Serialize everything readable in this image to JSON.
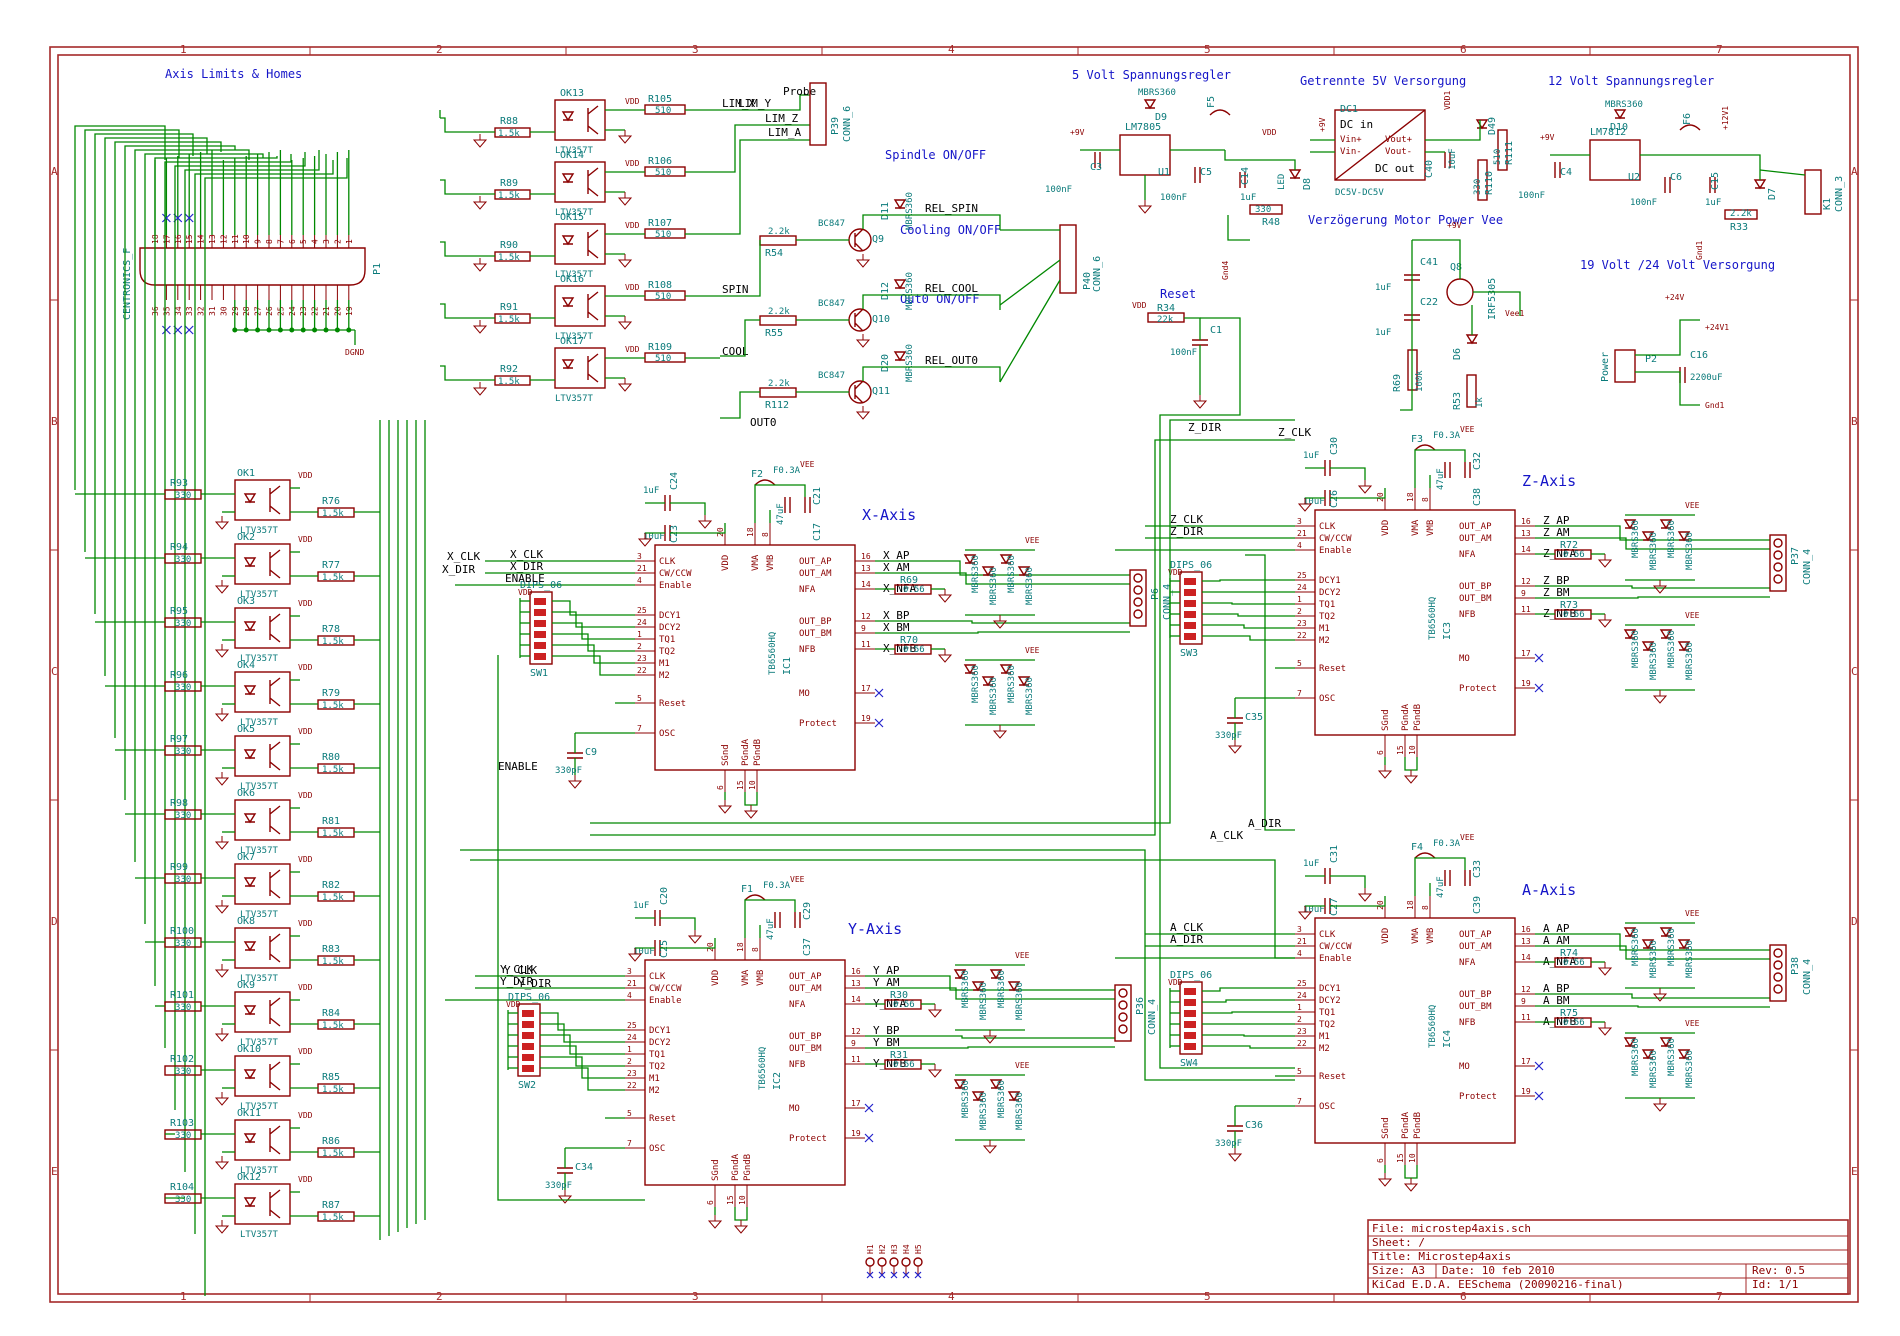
{
  "sheet": {
    "zone_columns": [
      "1",
      "2",
      "3",
      "4",
      "5",
      "6",
      "7"
    ],
    "zone_rows": [
      "A",
      "B",
      "C",
      "D",
      "E"
    ],
    "colors": {
      "frame": "#a52a2a",
      "wire": "#008800",
      "part": "#8b0000",
      "ref": "#0a7a7a",
      "title_text": "#1515c8"
    }
  },
  "titles": {
    "limits": "Axis Limits & Homes",
    "reg5": "5 Volt Spannungsregler",
    "sep5": "Getrennte 5V Versorgung",
    "reg12": "12 Volt Spannungsregler",
    "delay": "Verzögerung Motor Power Vee",
    "supply1924": "19 Volt /24 Volt Versorgung",
    "reset": "Reset",
    "spindle": "Spindle ON/OFF",
    "cooling": "Cooling ON/OFF",
    "out0": "Out0 ON/OFF"
  },
  "axes": {
    "x": "X-Axis",
    "y": "Y-Axis",
    "z": "Z-Axis",
    "a": "A-Axis"
  },
  "connector": {
    "ref": "P1",
    "name": "CENTRONICS_F",
    "top_pins": [
      "18",
      "17",
      "16",
      "15",
      "14",
      "13",
      "12",
      "11",
      "10",
      "9",
      "8",
      "7",
      "6",
      "5",
      "4",
      "3",
      "2",
      "1"
    ],
    "bottom_pins": [
      "36",
      "35",
      "34",
      "33",
      "32",
      "31",
      "30",
      "29",
      "28",
      "27",
      "26",
      "25",
      "24",
      "23",
      "22",
      "21",
      "20",
      "19"
    ],
    "gnd": "DGND"
  },
  "limit_optos": [
    {
      "ok": "OK13",
      "r_in": "R88",
      "r_in_val": "1.5k",
      "r_out": "R105",
      "r_out_val": "510",
      "part": "LTV357T",
      "net": "LIM_X"
    },
    {
      "ok": "OK14",
      "r_in": "R89",
      "r_in_val": "1.5k",
      "r_out": "R106",
      "r_out_val": "510",
      "part": "LTV357T",
      "net": ""
    },
    {
      "ok": "OK15",
      "r_in": "R90",
      "r_in_val": "1.5k",
      "r_out": "R107",
      "r_out_val": "510",
      "part": "LTV357T",
      "net": ""
    },
    {
      "ok": "OK16",
      "r_in": "R91",
      "r_in_val": "1.5k",
      "r_out": "R108",
      "r_out_val": "510",
      "part": "LTV357T",
      "net": "SPIN"
    },
    {
      "ok": "OK17",
      "r_in": "R92",
      "r_in_val": "1.5k",
      "r_out": "R109",
      "r_out_val": "510",
      "part": "LTV357T",
      "net": "COOL"
    }
  ],
  "limit_nets": [
    "LIM_Y",
    "LIM_Z",
    "LIM_A",
    "Probe"
  ],
  "p39": {
    "ref": "P39",
    "name": "CONN_6"
  },
  "p40": {
    "ref": "P40",
    "name": "CONN_6"
  },
  "out0_net": "OUT0",
  "transistors": [
    {
      "ref": "Q9",
      "type": "BC847",
      "r": "R54",
      "rval": "2.2k",
      "relay_net": "REL_SPIN",
      "diode": "D11",
      "dval": "MBRS360"
    },
    {
      "ref": "Q10",
      "type": "BC847",
      "r": "R55",
      "rval": "2.2k",
      "relay_net": "REL_COOL",
      "diode": "D12",
      "dval": "MBRS360"
    },
    {
      "ref": "Q11",
      "type": "BC847",
      "r": "R112",
      "rval": "2.2k",
      "relay_net": "REL_OUT0",
      "diode": "D20",
      "dval": "MBRS360"
    }
  ],
  "optos": [
    {
      "ok": "OK1",
      "r": "R93",
      "rv": "330",
      "ro": "R76",
      "rov": "1.5k",
      "part": "LTV357T"
    },
    {
      "ok": "OK2",
      "r": "R94",
      "rv": "330",
      "ro": "R77",
      "rov": "1.5k",
      "part": "LTV357T"
    },
    {
      "ok": "OK3",
      "r": "R95",
      "rv": "330",
      "ro": "R78",
      "rov": "1.5k",
      "part": "LTV357T"
    },
    {
      "ok": "OK4",
      "r": "R96",
      "rv": "330",
      "ro": "R79",
      "rov": "1.5k",
      "part": "LTV357T"
    },
    {
      "ok": "OK5",
      "r": "R97",
      "rv": "330",
      "ro": "R80",
      "rov": "1.5k",
      "part": "LTV357T"
    },
    {
      "ok": "OK6",
      "r": "R98",
      "rv": "330",
      "ro": "R81",
      "rov": "1.5k",
      "part": "LTV357T"
    },
    {
      "ok": "OK7",
      "r": "R99",
      "rv": "330",
      "ro": "R82",
      "rov": "1.5k",
      "part": "LTV357T"
    },
    {
      "ok": "OK8",
      "r": "R100",
      "rv": "330",
      "ro": "R83",
      "rov": "1.5k",
      "part": "LTV357T"
    },
    {
      "ok": "OK9",
      "r": "R101",
      "rv": "330",
      "ro": "R84",
      "rov": "1.5k",
      "part": "LTV357T"
    },
    {
      "ok": "OK10",
      "r": "R102",
      "rv": "330",
      "ro": "R85",
      "rov": "1.5k",
      "part": "LTV357T"
    },
    {
      "ok": "OK11",
      "r": "R103",
      "rv": "330",
      "ro": "R86",
      "rov": "1.5k",
      "part": "LTV357T"
    },
    {
      "ok": "OK12",
      "r": "R104",
      "rv": "330",
      "ro": "R87",
      "rov": "1.5k",
      "part": "LTV357T"
    }
  ],
  "ic_pins_left": [
    {
      "n": "3",
      "name": "CLK"
    },
    {
      "n": "21",
      "name": "CW/CCW"
    },
    {
      "n": "4",
      "name": "Enable"
    },
    {
      "n": "25",
      "name": "DCY1"
    },
    {
      "n": "24",
      "name": "DCY2"
    },
    {
      "n": "1",
      "name": "TQ1"
    },
    {
      "n": "2",
      "name": "TQ2"
    },
    {
      "n": "23",
      "name": "M1"
    },
    {
      "n": "22",
      "name": "M2"
    },
    {
      "n": "5",
      "name": "Reset"
    },
    {
      "n": "7",
      "name": "OSC"
    }
  ],
  "ic_pins_right": [
    {
      "n": "16",
      "name": "OUT_AP"
    },
    {
      "n": "13",
      "name": "OUT_AM"
    },
    {
      "n": "14",
      "name": "NFA"
    },
    {
      "n": "12",
      "name": "OUT_BP"
    },
    {
      "n": "9",
      "name": "OUT_BM"
    },
    {
      "n": "11",
      "name": "NFB"
    },
    {
      "n": "17",
      "name": "MO"
    },
    {
      "n": "19",
      "name": "Protect"
    }
  ],
  "ic_pins_top": [
    {
      "n": "20",
      "name": "VDD"
    },
    {
      "n": "18",
      "name": "VMA"
    },
    {
      "n": "8",
      "name": "VMB"
    }
  ],
  "ic_pins_bottom": [
    {
      "n": "6",
      "name": "SGnd"
    },
    {
      "n": "15",
      "name": "PGndA"
    },
    {
      "n": "10",
      "name": "PGndB"
    }
  ],
  "ic_part": "TB6560HQ",
  "drivers": [
    {
      "ic": "IC1",
      "clk": "X_CLK",
      "dir": "X_DIR",
      "ap": "X_AP",
      "am": "X_AM",
      "bp": "X_BP",
      "bm": "X_BM",
      "nfa": "X_NFA",
      "nfb": "X_NFB",
      "sw": "SW1",
      "dips": "DIPS_06",
      "conn": "P6",
      "conn_name": "CONN_4",
      "osc": "C9",
      "osc_val": "330pF",
      "fuse": "F2",
      "fuse_val": "F0.3A",
      "c_a": "C24",
      "c_a_val": "1uF",
      "c_b": "C23",
      "c_b_val": "10uF",
      "c_c": "C21",
      "c_d": "C17",
      "ra": "R69",
      "rb": "R70",
      "rv": "0.56",
      "enable": "ENABLE",
      "vee": "VEE",
      "cap47": "47uF"
    },
    {
      "ic": "IC2",
      "clk": "Y_CLK",
      "dir": "Y_DIR",
      "ap": "Y_AP",
      "am": "Y_AM",
      "bp": "Y_BP",
      "bm": "Y_BM",
      "nfa": "Y_NFA",
      "nfb": "Y_NFB",
      "sw": "SW2",
      "dips": "DIPS_06",
      "conn": "P36",
      "conn_name": "CONN_4",
      "osc": "C34",
      "osc_val": "330pF",
      "fuse": "F1",
      "fuse_val": "F0.3A",
      "c_a": "C20",
      "c_a_val": "1uF",
      "c_b": "C25",
      "c_b_val": "10uF",
      "c_c": "C29",
      "c_d": "C37",
      "ra": "R30",
      "rb": "R31",
      "rv": "0.56",
      "enable": "",
      "vee": "VEE",
      "cap47": "47uF"
    },
    {
      "ic": "IC3",
      "clk": "Z_CLK",
      "dir": "Z_DIR",
      "ap": "Z_AP",
      "am": "Z_AM",
      "bp": "Z_BP",
      "bm": "Z_BM",
      "nfa": "Z_NFA",
      "nfb": "Z_NFB",
      "sw": "SW3",
      "dips": "DIPS_06",
      "conn": "P37",
      "conn_name": "CONN_4",
      "osc": "C35",
      "osc_val": "330pF",
      "fuse": "F3",
      "fuse_val": "F0.3A",
      "c_a": "C30",
      "c_a_val": "1uF",
      "c_b": "C26",
      "c_b_val": "10uF",
      "c_c": "C32",
      "c_d": "C38",
      "ra": "R72",
      "rb": "R73",
      "rv": "0.56",
      "enable": "",
      "vee": "VEE",
      "cap47": "47uF"
    },
    {
      "ic": "IC4",
      "clk": "A_CLK",
      "dir": "A_DIR",
      "ap": "A_AP",
      "am": "A_AM",
      "bp": "A_BP",
      "bm": "A_BM",
      "nfa": "A_NFA",
      "nfb": "A_NFB",
      "sw": "SW4",
      "dips": "DIPS_06",
      "conn": "P38",
      "conn_name": "CONN_4",
      "osc": "C36",
      "osc_val": "330pF",
      "fuse": "F4",
      "fuse_val": "F0.3A",
      "c_a": "C31",
      "c_a_val": "1uF",
      "c_b": "C27",
      "c_b_val": "10uF",
      "c_c": "C33",
      "c_d": "C39",
      "ra": "R74",
      "rb": "R75",
      "rv": "0.56",
      "enable": "",
      "vee": "VEE",
      "cap47": "47uF"
    }
  ],
  "diode_part": "MBRS360",
  "reg5": {
    "ref": "U1",
    "part": "LM7805",
    "c_in": "C3",
    "c_in_val": "100nF",
    "c_out": "C5",
    "c_out_val": "100nF",
    "c_el": "C14",
    "c_el_val": "1uF",
    "r": "R48",
    "rval": "330",
    "led": "D8",
    "led_txt": "LED",
    "d": "D9",
    "dval": "MBRS360",
    "fuse": "F5",
    "vin": "+9V",
    "vout": "VDD",
    "gnd": "Gnd4"
  },
  "dc1": {
    "ref": "DC1",
    "in": "DC in",
    "vinp": "Vin+",
    "vinm": "Vin-",
    "out": "DC out",
    "voutp": "Vout+",
    "voutm": "Vout-",
    "part": "DC5V-DC5V",
    "c": "C40",
    "cval": "10uF",
    "r": "R110",
    "rval": "330",
    "r2": "R111",
    "r2val": "510",
    "led": "D49",
    "vdd": "VDD1"
  },
  "reg12": {
    "ref": "U2",
    "part": "LM7812",
    "c_in": "C4",
    "c_in_val": "100nF",
    "c_out": "C6",
    "c_out_val": "100nF",
    "c_el": "C15",
    "c_el_val": "1uF",
    "r": "R33",
    "rval": "2.2k",
    "led": "D7",
    "d": "D10",
    "dval": "MBRS360",
    "conn": "K1",
    "conn_name": "CONN_3",
    "fuse": "F6",
    "vin": "+9V",
    "vout": "+12V1",
    "gnd": "Gnd1"
  },
  "delay": {
    "c1": "C41",
    "c1v": "1uF",
    "c2": "C22",
    "c2v": "1uF",
    "q": "Q8",
    "qpart": "IRF5305",
    "r": "R69",
    "rv": "100k",
    "r2": "R53",
    "r2v": "1k",
    "led": "D6",
    "vee": "Vee1"
  },
  "supply24": {
    "conn": "P2",
    "conn_name": "Power",
    "c": "C16",
    "cval": "2200uF",
    "vin": "+24V",
    "vout": "+24V1",
    "gnd": "Gnd1"
  },
  "reset_block": {
    "r": "R34",
    "rv": "22k",
    "c": "C1",
    "cv": "100nF"
  },
  "io_nets": {
    "x_clk": "X_CLK",
    "x_dir": "X_DIR",
    "y_clk": "Y_CLK",
    "y_dir": "Y_DIR",
    "z_clk": "Z_CLK",
    "z_dir": "Z_DIR",
    "a_clk": "A_CLK",
    "a_dir": "A_DIR",
    "enable": "ENABLE"
  },
  "mount": {
    "refs": [
      "H1",
      "H2",
      "H3",
      "H4",
      "H5"
    ]
  },
  "title_block": {
    "file": "File: microstep4axis.sch",
    "sheet": "Sheet: /",
    "title": "Title: Microstep4axis",
    "size": "Size: A3",
    "date": "Date: 10 feb 2010",
    "rev": "Rev: 0.5",
    "tool": "KiCad E.D.A.  EESchema (20090216-final)",
    "id": "Id: 1/1"
  }
}
